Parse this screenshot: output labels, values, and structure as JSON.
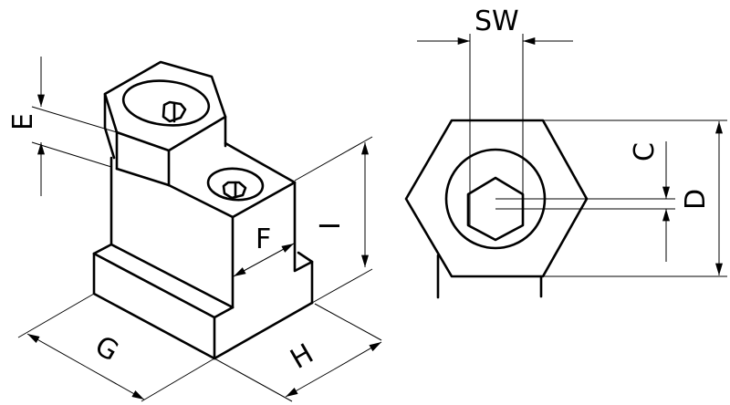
{
  "title": "T-slot nut with hex clamping screw – dimension drawing",
  "labels": {
    "E": "E",
    "F": "F",
    "G": "G",
    "H": "H",
    "I": "I",
    "SW": "SW",
    "C": "C",
    "D": "D"
  }
}
